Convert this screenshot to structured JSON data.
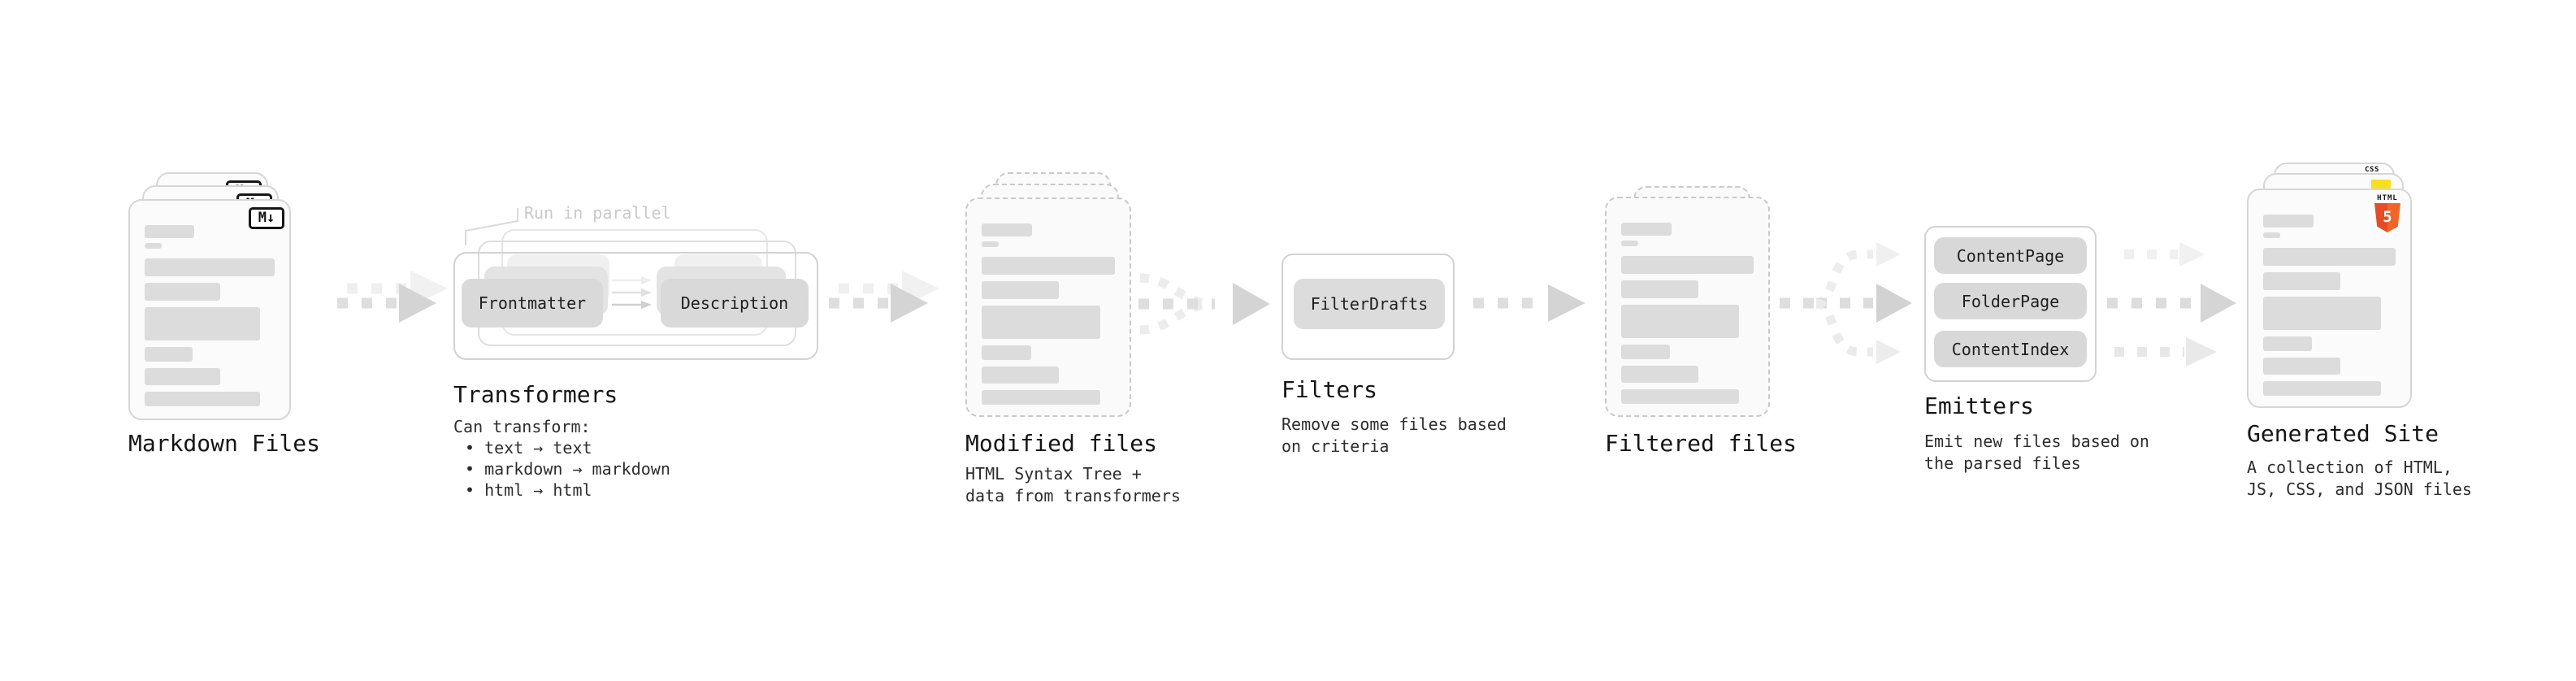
{
  "diagram": {
    "markdown_files": {
      "title": "Markdown Files",
      "icon_label": "M↓"
    },
    "transformers": {
      "title": "Transformers",
      "note": "Run in parallel",
      "source_pill": "Frontmatter",
      "target_pill": "Description",
      "description_heading": "Can transform:",
      "bullets": [
        "• text → text",
        "• markdown → markdown",
        "• html → html"
      ]
    },
    "modified_files": {
      "title": "Modified files",
      "subtitle": [
        "HTML Syntax Tree +",
        "data from transformers"
      ]
    },
    "filters": {
      "title": "Filters",
      "pill": "FilterDrafts",
      "subtitle": [
        "Remove some files based",
        "on criteria"
      ]
    },
    "filtered_files": {
      "title": "Filtered files"
    },
    "emitters": {
      "title": "Emitters",
      "pills": [
        "ContentPage",
        "FolderPage",
        "ContentIndex"
      ],
      "subtitle": [
        "Emit new files based on",
        "the parsed files"
      ]
    },
    "generated_site": {
      "title": "Generated Site",
      "subtitle": [
        "A collection of HTML,",
        "JS, CSS, and JSON files"
      ],
      "badges": {
        "css": "CSS",
        "html_label": "HTML",
        "html_number": "5"
      }
    }
  },
  "colors": {
    "html5_orange": "#e44d26",
    "js_yellow": "#f7df1e",
    "css_blue": "#2962ef",
    "skeleton_gray": "#dcdcdc",
    "arrow_gray": "#d4d4d4"
  }
}
